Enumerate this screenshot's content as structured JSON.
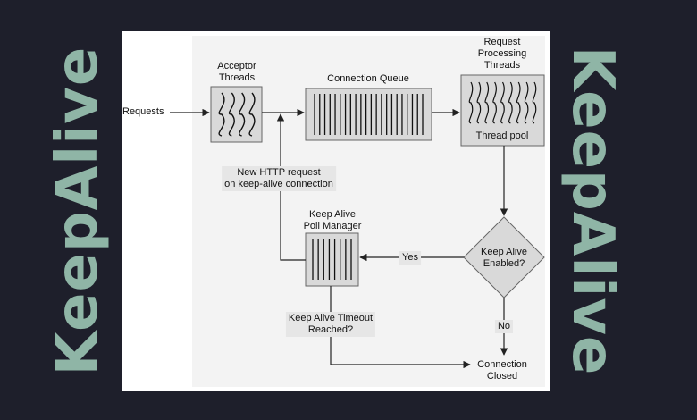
{
  "side_text": {
    "left": "KeepAlive",
    "right": "KeepAlive"
  },
  "labels": {
    "requests": "Requests",
    "acceptor_1": "Acceptor",
    "acceptor_2": "Threads",
    "connection_queue": "Connection Queue",
    "rpt_1": "Request",
    "rpt_2": "Processing",
    "rpt_3": "Threads",
    "thread_pool": "Thread pool",
    "new_http_1": "New HTTP request",
    "new_http_2": "on keep-alive connection",
    "poll_1": "Keep Alive",
    "poll_2": "Poll Manager",
    "decision_1": "Keep Alive",
    "decision_2": "Enabled?",
    "yes": "Yes",
    "no": "No",
    "timeout_1": "Keep Alive Timeout",
    "timeout_2": "Reached?",
    "closed_1": "Connection",
    "closed_2": "Closed"
  },
  "colors": {
    "background": "#1e1f2b",
    "side_text": "#8fb5a6",
    "box_fill": "#d9d9d9",
    "line": "#222222"
  }
}
